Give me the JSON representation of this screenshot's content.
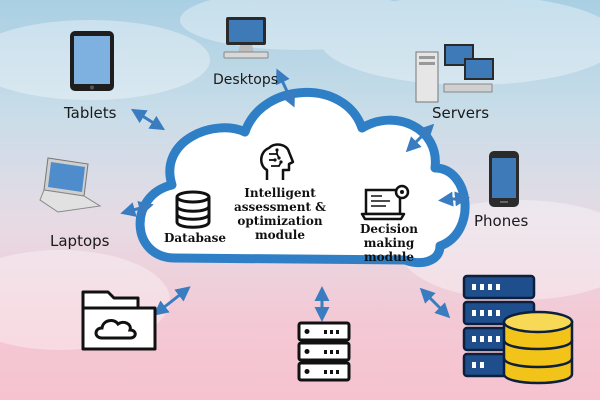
{
  "devices": {
    "desktops": "Desktops",
    "tablets": "Tablets",
    "servers": "Servers",
    "laptops": "Laptops",
    "phones": "Phones"
  },
  "cloud": {
    "database": "Database",
    "intelligent": [
      "Intelligent",
      "assessment &",
      "optimization",
      "module"
    ],
    "decision": [
      "Decision making",
      "module"
    ]
  },
  "icons": [
    "desktop-icon",
    "tablet-icon",
    "server-icon",
    "laptop-icon",
    "phone-icon",
    "folder-cloud-icon",
    "rack-server-icon",
    "database-storage-icon",
    "brain-icon",
    "database-icon",
    "laptop-gear-icon"
  ],
  "colors": {
    "cloud_border": "#2f7fc6",
    "arrow": "#3a7cc0",
    "db_yellow": "#f2c41a",
    "server_blue": "#1f4e8c"
  }
}
